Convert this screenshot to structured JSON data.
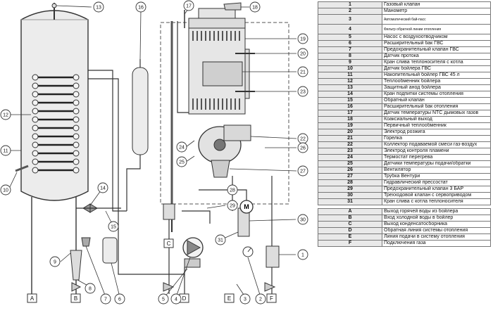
{
  "legend": {
    "items": [
      {
        "key": "1",
        "label": "Газовый клапан"
      },
      {
        "key": "2",
        "label": "Манометр"
      },
      {
        "key": "3",
        "label": "Автоматический бай-пасс"
      },
      {
        "key": "4",
        "label": "Фильтр обратной линии отопления"
      },
      {
        "key": "5",
        "label": "Насос с воздухоотводчиком"
      },
      {
        "key": "6",
        "label": "Расширительный бак ГВС"
      },
      {
        "key": "7",
        "label": "Предохранительный клапан ГВС"
      },
      {
        "key": "8",
        "label": "Датчик протока"
      },
      {
        "key": "9",
        "label": "Кран слива теплоносителя с котла"
      },
      {
        "key": "10",
        "label": "Датчик бойлера ГВС"
      },
      {
        "key": "11",
        "label": "Накопительный бойлер ГВС 45 л"
      },
      {
        "key": "12",
        "label": "Теплообменник бойлера"
      },
      {
        "key": "13",
        "label": "Защитный анод бойлера"
      },
      {
        "key": "14",
        "label": "Кран подпитки системы отопления"
      },
      {
        "key": "15",
        "label": "Обратный клапан"
      },
      {
        "key": "16",
        "label": "Расширительный бак отопления"
      },
      {
        "key": "17",
        "label": "Датчик температуры NTC дымовых газов"
      },
      {
        "key": "18",
        "label": "Коаксиальный выход"
      },
      {
        "key": "19",
        "label": "Первичный теплообменник"
      },
      {
        "key": "20",
        "label": "Электрод розжига"
      },
      {
        "key": "21",
        "label": "Горелка"
      },
      {
        "key": "22",
        "label": "Коллектор подаваемой смеси газ-воздух"
      },
      {
        "key": "23",
        "label": "Электрод контроля пламени"
      },
      {
        "key": "24",
        "label": "Термостат перегрева"
      },
      {
        "key": "25",
        "label": "Датчики температуры подачи/обратки"
      },
      {
        "key": "26",
        "label": "Вентилятор"
      },
      {
        "key": "27",
        "label": "Трубка Вентури"
      },
      {
        "key": "28",
        "label": "Гидравлический прессостат"
      },
      {
        "key": "29",
        "label": "Предохранительный клапан 3 БАР"
      },
      {
        "key": "30",
        "label": "Трехходовой клапан с сервоприводом"
      },
      {
        "key": "31",
        "label": "Кран слива с котла теплоносителя"
      }
    ],
    "connections": [
      {
        "key": "A",
        "label": "Выход горячей воды из бойлера"
      },
      {
        "key": "B",
        "label": "Вход холодной воды в бойлер"
      },
      {
        "key": "C",
        "label": "Выход конденсатосборника"
      },
      {
        "key": "D",
        "label": "Обратная линия системы отопления"
      },
      {
        "key": "E",
        "label": "Линия подачи в систему отопления"
      },
      {
        "key": "F",
        "label": "Подключения газа"
      }
    ]
  },
  "callouts": [
    "1",
    "2",
    "3",
    "4",
    "5",
    "6",
    "7",
    "8",
    "9",
    "10",
    "11",
    "12",
    "13",
    "14",
    "15",
    "16",
    "17",
    "18",
    "19",
    "20",
    "21",
    "22",
    "23",
    "24",
    "25",
    "26",
    "27",
    "28",
    "29",
    "30",
    "31"
  ],
  "ports": [
    "A",
    "B",
    "C",
    "D",
    "E",
    "F"
  ],
  "pump_symbol": "M"
}
